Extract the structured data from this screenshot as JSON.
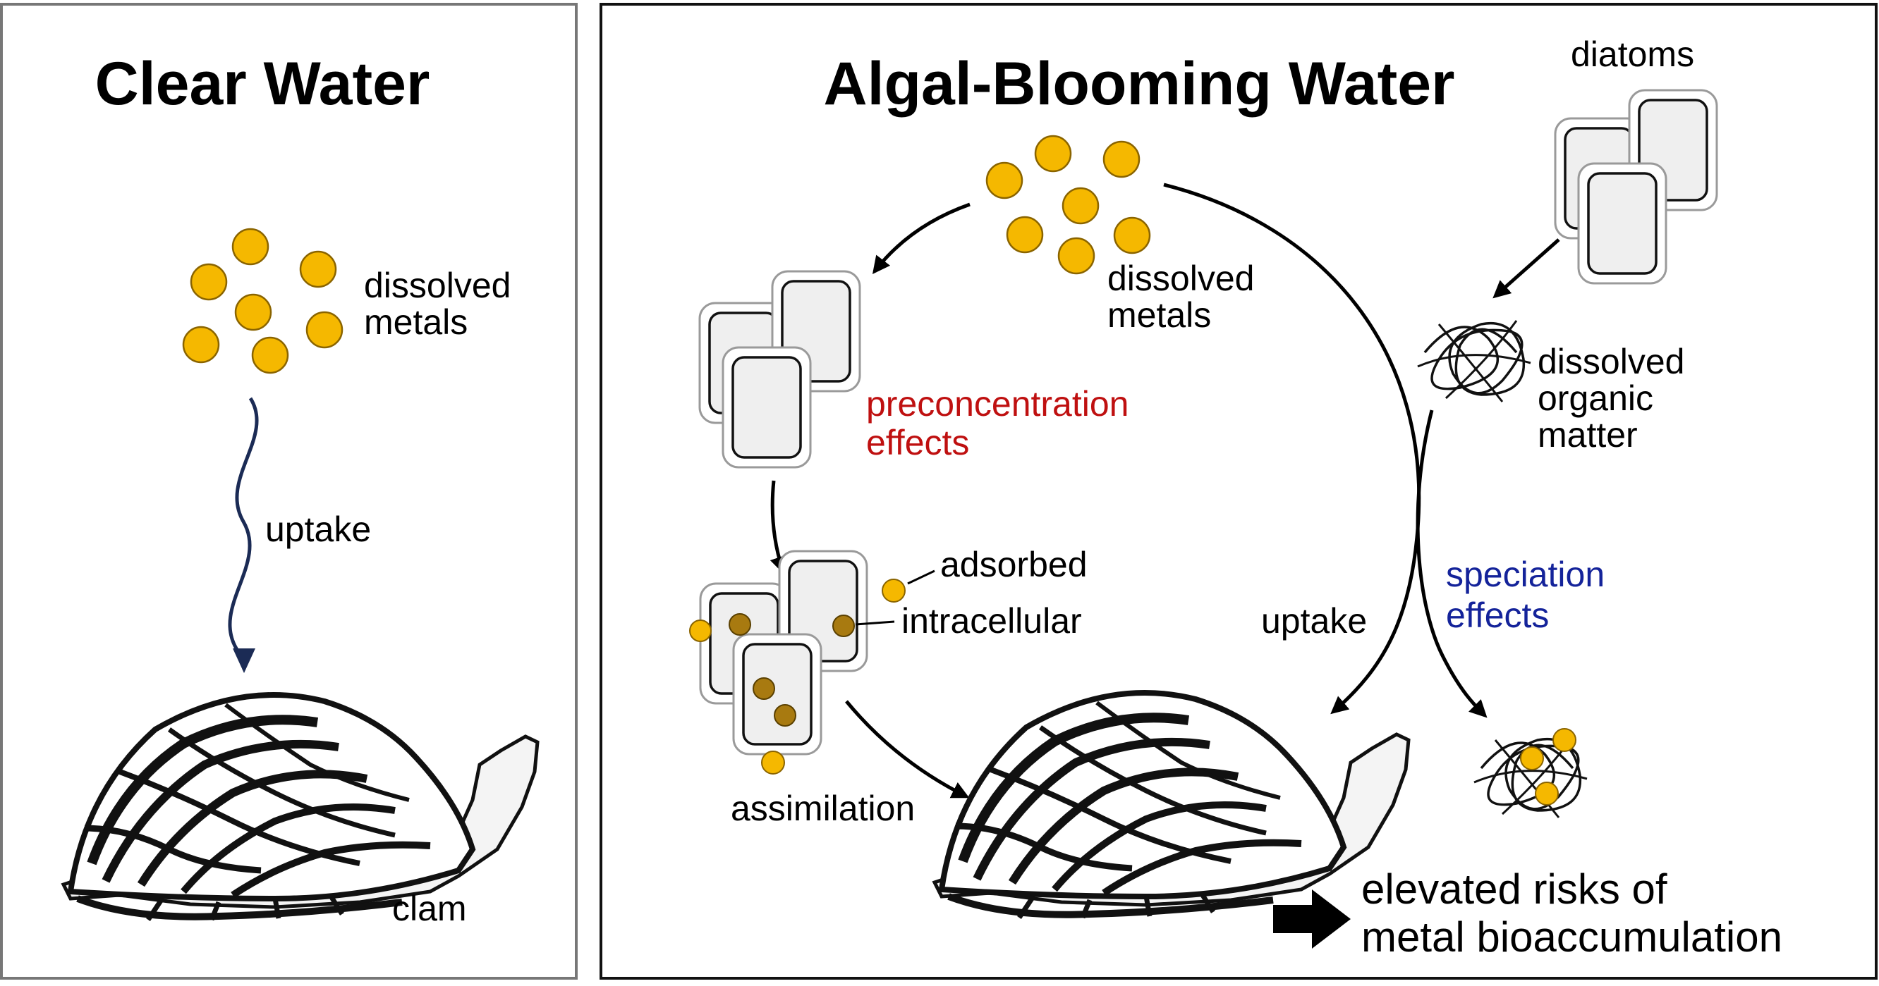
{
  "left_panel": {
    "title": "Clear Water",
    "metals_label_line1": "dissolved",
    "metals_label_line2": "metals",
    "uptake_label": "uptake",
    "clam_label": "clam"
  },
  "right_panel": {
    "title": "Algal-Blooming Water",
    "metals_label_line1": "dissolved",
    "metals_label_line2": "metals",
    "diatoms_label": "diatoms",
    "dom_label_line1": "dissolved",
    "dom_label_line2": "organic",
    "dom_label_line3": "matter",
    "preconcentration_line1": "preconcentration",
    "preconcentration_line2": "effects",
    "adsorbed_label": "adsorbed",
    "intracellular_label": "intracellular",
    "assimilation_label": "assimilation",
    "uptake_label": "uptake",
    "speciation_line1": "speciation",
    "speciation_line2": "effects",
    "conclusion_line1": "elevated risks of",
    "conclusion_line2": "metal bioaccumulation"
  },
  "colors": {
    "metal": "#f5b800",
    "metal_intracellular": "#a87a10",
    "preconcentration": "#bf1010",
    "speciation": "#14239a",
    "uptake_wave": "#1b2b55"
  }
}
